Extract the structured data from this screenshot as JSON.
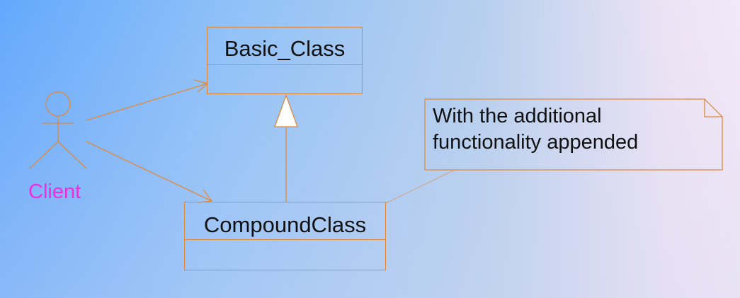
{
  "diagram": {
    "type": "uml-class-diagram",
    "line_color": "#e0893c",
    "actor": {
      "label": "Client",
      "label_color": "#ee2ee0"
    },
    "classes": {
      "basic": {
        "name": "Basic_Class"
      },
      "compound": {
        "name": "CompoundClass"
      }
    },
    "note": {
      "line1": "With the additional",
      "line2": "functionality appended"
    }
  }
}
